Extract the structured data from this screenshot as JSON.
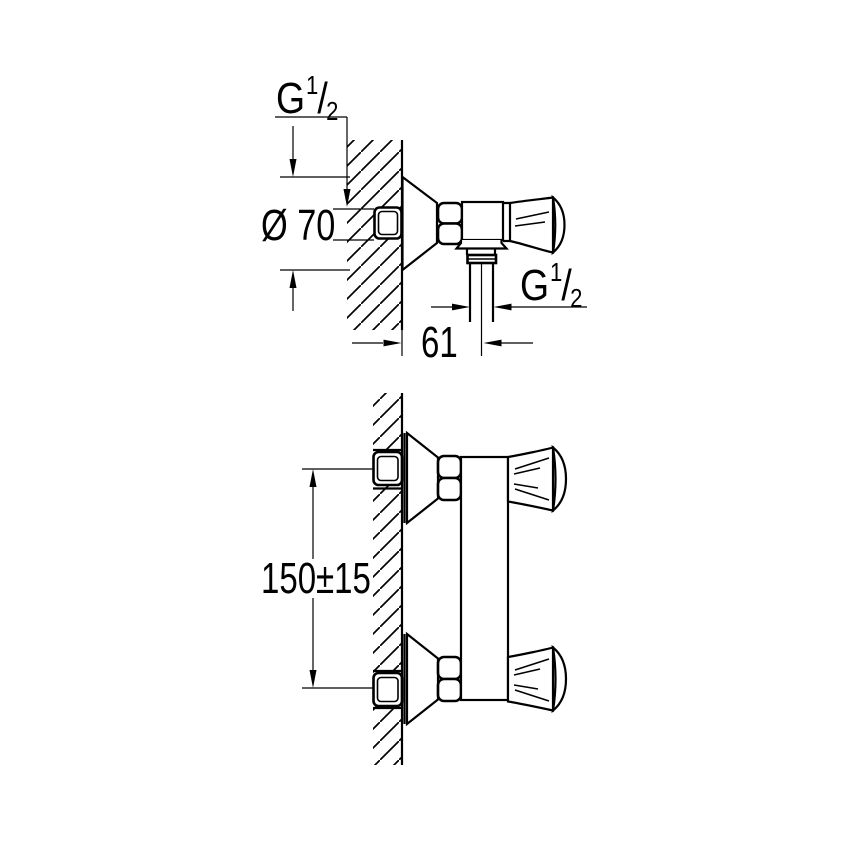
{
  "page": {
    "background": "#ffffff",
    "line_color": "#000000",
    "description": "Technical dimension drawing of a wall-mounted shower valve fitting, side view and front view"
  },
  "side_view": {
    "dimensions": {
      "inlet_thread": {
        "g": "G",
        "num": "1",
        "slash": "/",
        "den": "2"
      },
      "escutcheon_diameter": "Ø 70",
      "outlet_thread": {
        "g": "G",
        "num": "1",
        "slash": "/",
        "den": "2"
      },
      "wall_to_outlet": "61"
    }
  },
  "front_view": {
    "dimensions": {
      "connection_spacing": "150±15"
    }
  }
}
